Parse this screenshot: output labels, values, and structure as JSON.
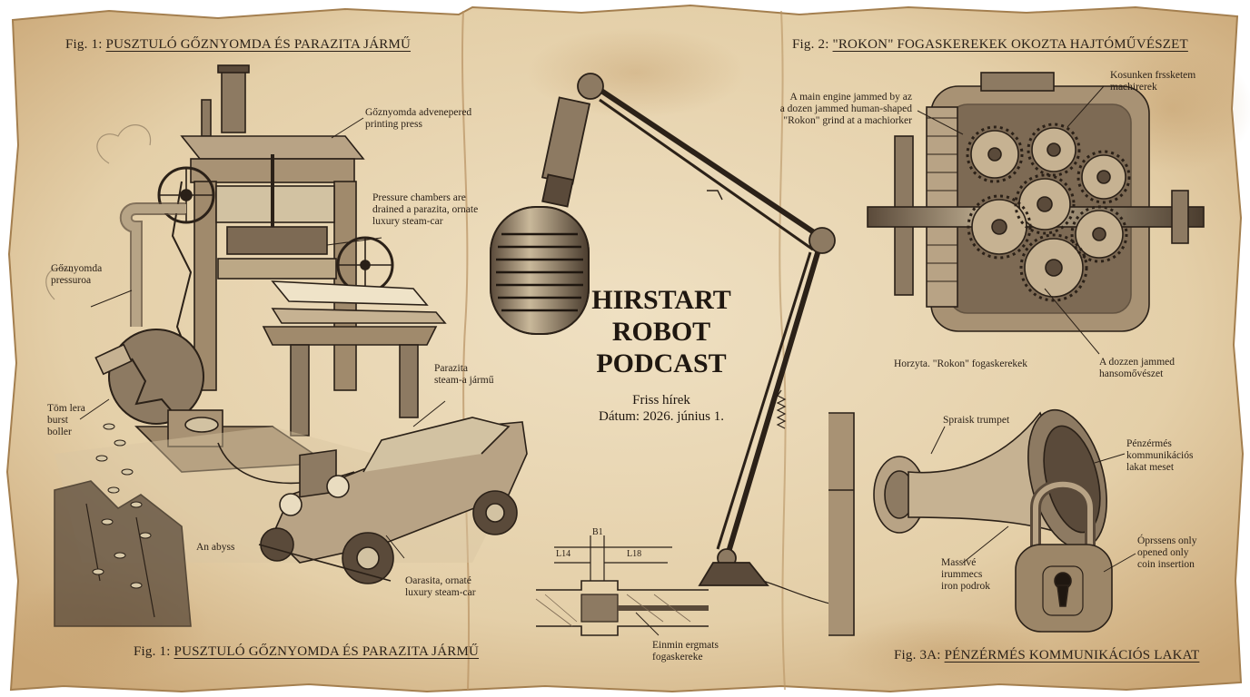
{
  "poster": {
    "title_lines": [
      "HIRSTART",
      "ROBOT",
      "PODCAST"
    ],
    "subtitle": "Friss hírek",
    "date": "Dátum: 2026. június 1."
  },
  "fig1": {
    "prefix": "Fig. 1:",
    "top_caption": "PUSZTULÓ GŐZNYOMDA ÉS PARAZITA JÁRMŰ",
    "bottom_caption": "PUSZTULÓ GŐZNYOMDA ÉS PARAZITA JÁRMŰ",
    "labels": {
      "press": [
        "Gőznyomda advenepered",
        "printing press"
      ],
      "chambers": [
        "Pressure chambers are",
        "drained a parazita, ornate",
        "luxury steam-car"
      ],
      "pressuroa": [
        "Gőznyomda",
        "pressuroa"
      ],
      "boiler": [
        "Töm lera",
        "burst",
        "boller"
      ],
      "steamcar": [
        "Parazita",
        "steam-a jármű"
      ],
      "abyss": "An abyss",
      "luxury": [
        "Oarasita, ornaté",
        "luxury steam-car"
      ]
    }
  },
  "fig2": {
    "prefix": "Fig. 2:",
    "caption": "\"ROKON\" FOGASKEREKEK OKOZTA HAJTÓMŰVÉSZET",
    "labels": {
      "kosunken": [
        "Kosunken frssketem",
        "machirerek"
      ],
      "engine": [
        "A main engine jammed by az",
        "a dozen jammed human-shaped",
        "\"Rokon\" grind at a machiorker"
      ],
      "horzyta": "Horzyta. \"Rokon\" fogaskerekek",
      "dozzen": [
        "A dozzen jammed",
        "hansomővészet"
      ]
    }
  },
  "center": {
    "dims": [
      "B1",
      "L14",
      "L18"
    ],
    "label": [
      "Einmin ergmats",
      "fogaskereke"
    ]
  },
  "fig3": {
    "prefix": "Fig. 3A:",
    "caption": "PÉNZÉRMÉS KOMMUNIKÁCIÓS LAKAT",
    "labels": {
      "trumpet": "Spraisk trumpet",
      "penzermes": [
        "Pénzérmés",
        "kommunikációs",
        "lakat meset"
      ],
      "massive": [
        "Massivé",
        "irummecs",
        "iron podrok"
      ],
      "oprssens": [
        "Óprssens only",
        "opened only",
        "coin insertion"
      ]
    }
  },
  "colors": {
    "paper": "#e7d6b4",
    "paper_edge": "#b8925e",
    "ink": "#2b2118"
  }
}
